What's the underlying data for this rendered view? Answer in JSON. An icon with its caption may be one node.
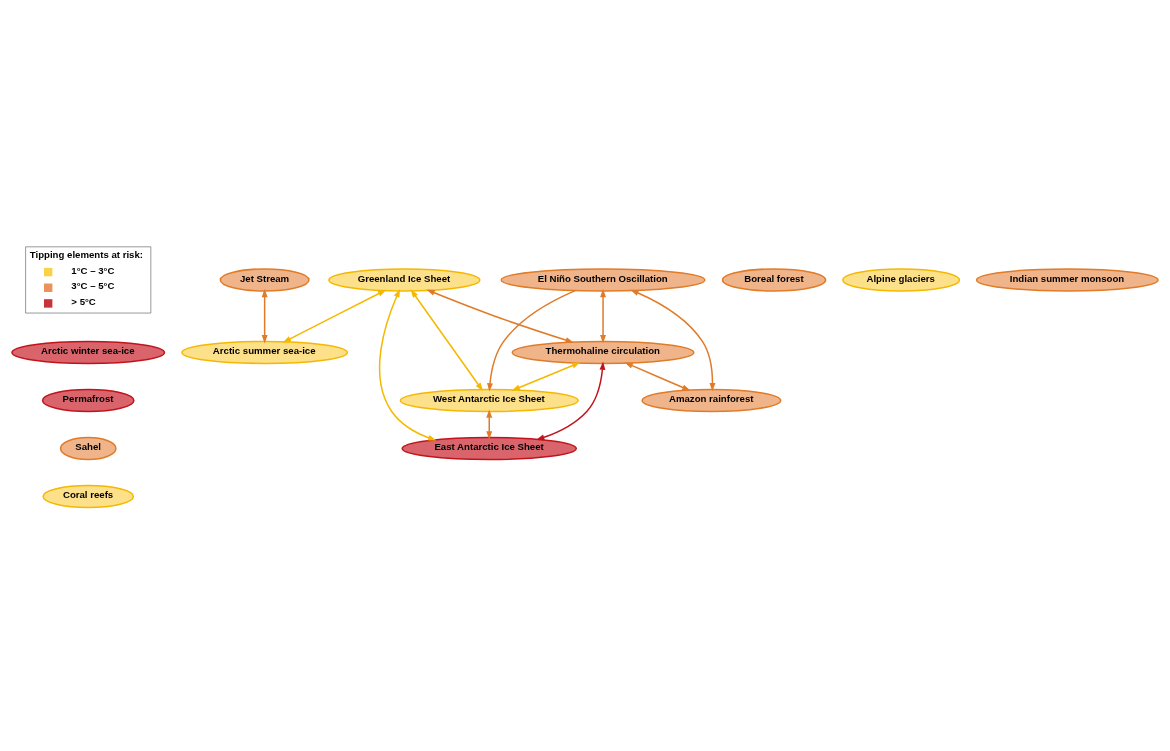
{
  "diagram": {
    "nodes": [
      {
        "text": [
          "Greenland Ice Sheet"
        ]
      },
      {
        "text": [
          "Arctic winter sea-ice"
        ]
      },
      {
        "text": [
          "Boreal forest"
        ]
      },
      {
        "text": [
          "Jet Stream"
        ]
      },
      {
        "text": [
          "Arctic summer sea-ice"
        ]
      },
      {
        "text": [
          "Permafrost"
        ]
      },
      {
        "text": [
          "Alpine glaciers"
        ]
      },
      {
        "text": [
          "El Niño Southern Oscillation"
        ]
      },
      {
        "text": [
          "Thermohaline circulation"
        ]
      },
      {
        "text": [
          "Sahel"
        ]
      },
      {
        "text": [
          "Indian summer monsoon"
        ]
      },
      {
        "text": [
          "Amazon rainforest"
        ]
      },
      {
        "text": [
          "Coral reefs"
        ]
      },
      {
        "text": [
          "West Antarctic Ice Sheet"
        ]
      },
      {
        "text": [
          "East Antarctic Ice Sheet"
        ]
      }
    ],
    "edges": [
      {
        "from": 0,
        "to": 4,
        "arrow": "both",
        "color": "#f5b800"
      },
      {
        "from": 0,
        "to": 14,
        "arrow": "both",
        "color": "#f5b800"
      },
      {
        "from": 0,
        "to": 13,
        "arrow": "both",
        "color": "#f5b800"
      },
      {
        "from": 0,
        "to": 8,
        "arrow": "both"
      },
      {
        "from": 3,
        "to": 4,
        "arrow": "both"
      },
      {
        "from": 7,
        "to": 8,
        "arrow": "both"
      },
      {
        "from": 7,
        "to": 11,
        "arrow": "both"
      },
      {
        "from": 8,
        "to": 11,
        "arrow": "both"
      },
      {
        "from": 7,
        "to": 13,
        "arrow": "to"
      },
      {
        "from": 8,
        "to": 13,
        "arrow": "both",
        "color": "#f5b800"
      },
      {
        "from": 8,
        "to": 14,
        "arrow": "both",
        "color": "#c0141c"
      },
      {
        "from": 13,
        "to": 14,
        "arrow": "both"
      }
    ],
    "labels": [
      "Tipping elements at risk:"
    ],
    "legend": [
      {
        "text": "1°C – 3°C",
        "color": "#f9d24a"
      },
      {
        "text": "3°C – 5°C",
        "color": "#e8935a"
      },
      {
        "text": "> 5°C",
        "color": "#c8323a"
      }
    ]
  }
}
